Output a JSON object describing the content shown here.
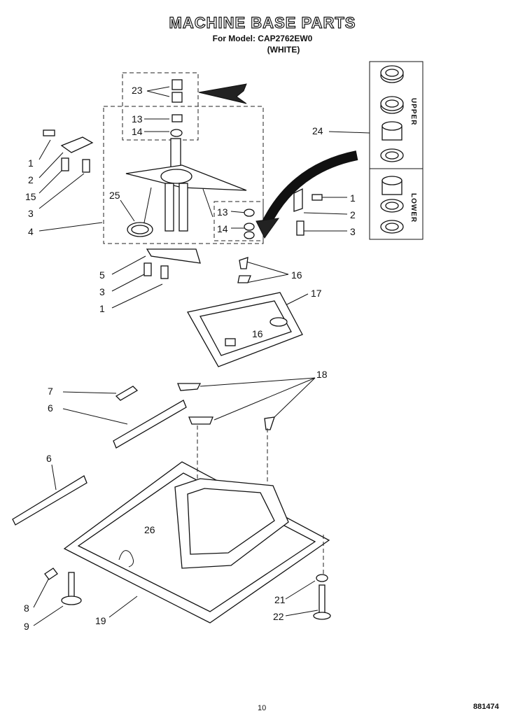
{
  "header": {
    "title": "MACHINE BASE PARTS",
    "model_line": "For Model: CAP2762EW0",
    "color_line": "(WHITE)"
  },
  "panel": {
    "upper_label": "UPPER",
    "lower_label": "LOWER"
  },
  "callouts": {
    "c23": "23",
    "c13a": "13",
    "c14a": "14",
    "c24": "24",
    "c1a": "1",
    "c2a": "2",
    "c15": "15",
    "c3a": "3",
    "c4": "4",
    "c25": "25",
    "c1b": "1",
    "c2b": "2",
    "c3b": "3",
    "c13b": "13",
    "c14b": "14",
    "c5": "5",
    "c3c": "3",
    "c1c": "1",
    "c16a": "16",
    "c17": "17",
    "c16b": "16",
    "c7": "7",
    "c6a": "6",
    "c18": "18",
    "c6b": "6",
    "c26": "26",
    "c8": "8",
    "c9": "9",
    "c19": "19",
    "c21": "21",
    "c22": "22"
  },
  "footer": {
    "page_number": "10",
    "doc_id": "881474"
  }
}
